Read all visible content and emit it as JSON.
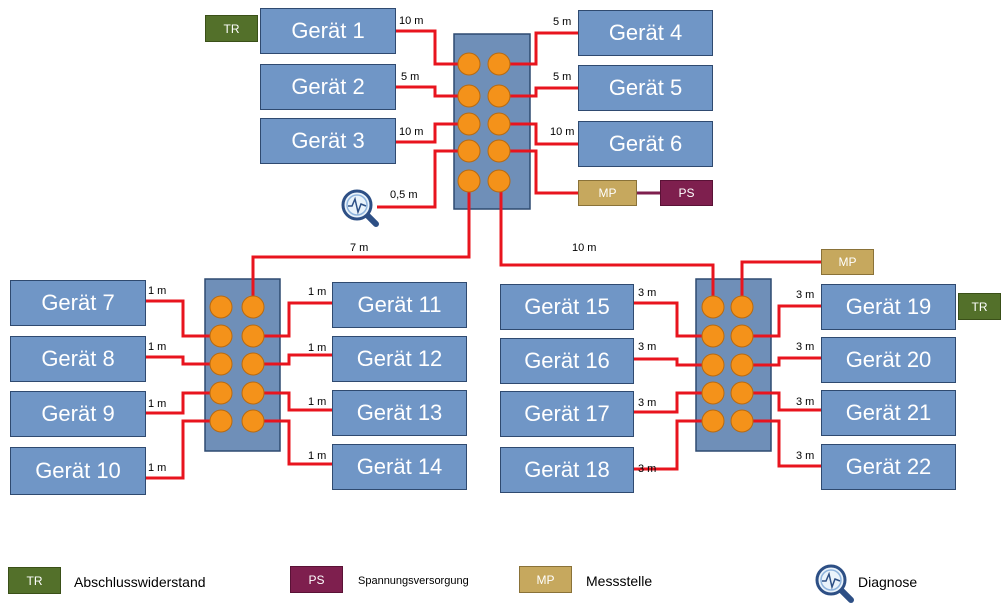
{
  "devices": {
    "g1": "Gerät 1",
    "g2": "Gerät 2",
    "g3": "Gerät 3",
    "g4": "Gerät 4",
    "g5": "Gerät 5",
    "g6": "Gerät 6",
    "g7": "Gerät 7",
    "g8": "Gerät 8",
    "g9": "Gerät 9",
    "g10": "Gerät 10",
    "g11": "Gerät 11",
    "g12": "Gerät 12",
    "g13": "Gerät 13",
    "g14": "Gerät 14",
    "g15": "Gerät 15",
    "g16": "Gerät 16",
    "g17": "Gerät 17",
    "g18": "Gerät 18",
    "g19": "Gerät 19",
    "g20": "Gerät 20",
    "g21": "Gerät 21",
    "g22": "Gerät 22"
  },
  "tags": {
    "tr": "TR",
    "ps": "PS",
    "mp": "MP"
  },
  "lengths": {
    "top_g1": "10 m",
    "top_g2": "5 m",
    "top_g3": "10 m",
    "top_diag": "0,5 m",
    "top_g4": "5 m",
    "top_g5": "5 m",
    "top_g6": "10 m",
    "trunk_left": "7 m",
    "trunk_right": "10 m",
    "l_g7": "1 m",
    "l_g8": "1 m",
    "l_g9": "1 m",
    "l_g10": "1 m",
    "l_g11": "1 m",
    "l_g12": "1 m",
    "l_g13": "1 m",
    "l_g14": "1 m",
    "r_g15": "3 m",
    "r_g16": "3 m",
    "r_g17": "3 m",
    "r_g18": "3 m",
    "r_g19": "3 m",
    "r_g20": "3 m",
    "r_g21": "3 m",
    "r_g22": "3 m"
  },
  "legend": {
    "tr_tag": "TR",
    "tr_text": "Abschlusswiderstand",
    "ps_tag": "PS",
    "ps_text": "Spannungsversorgung",
    "mp_tag": "MP",
    "mp_text": "Messstelle",
    "diag_text": "Diagnose"
  },
  "colors": {
    "cable": "#e8141e",
    "device": "#7096c6",
    "hub": "#6f8fb8",
    "port": "#f4921a",
    "terminator": "#53702a",
    "power": "#7e1f4e",
    "measure": "#c6a85e",
    "ps_link": "#7e1f4e"
  },
  "icons": {
    "diagnose": "magnifier-heartbeat-icon"
  }
}
